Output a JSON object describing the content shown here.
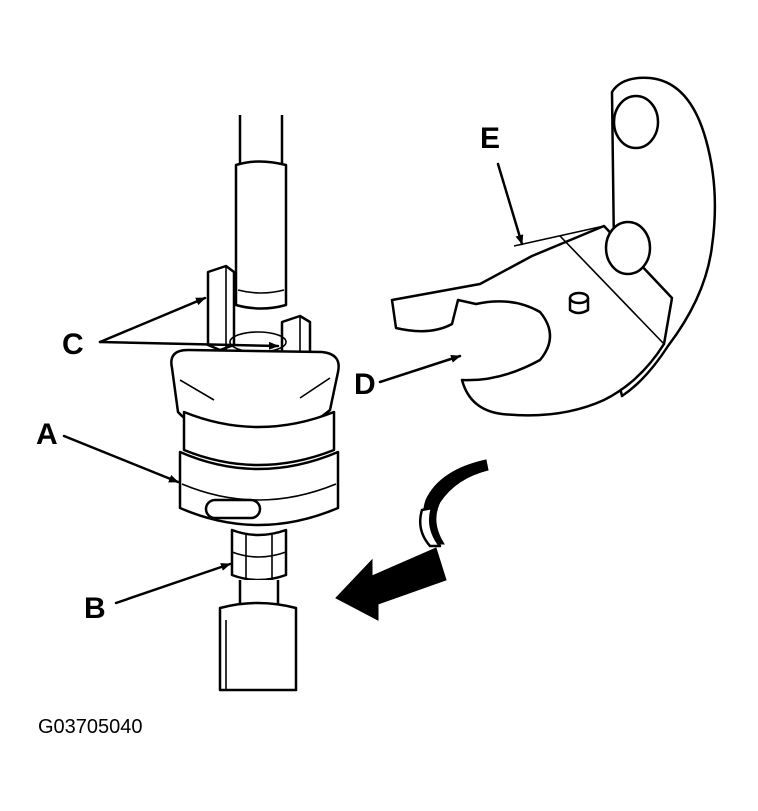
{
  "figure": {
    "code": "G03705040",
    "callouts": {
      "a": "A",
      "b": "B",
      "c": "C",
      "d": "D",
      "e": "E"
    }
  }
}
